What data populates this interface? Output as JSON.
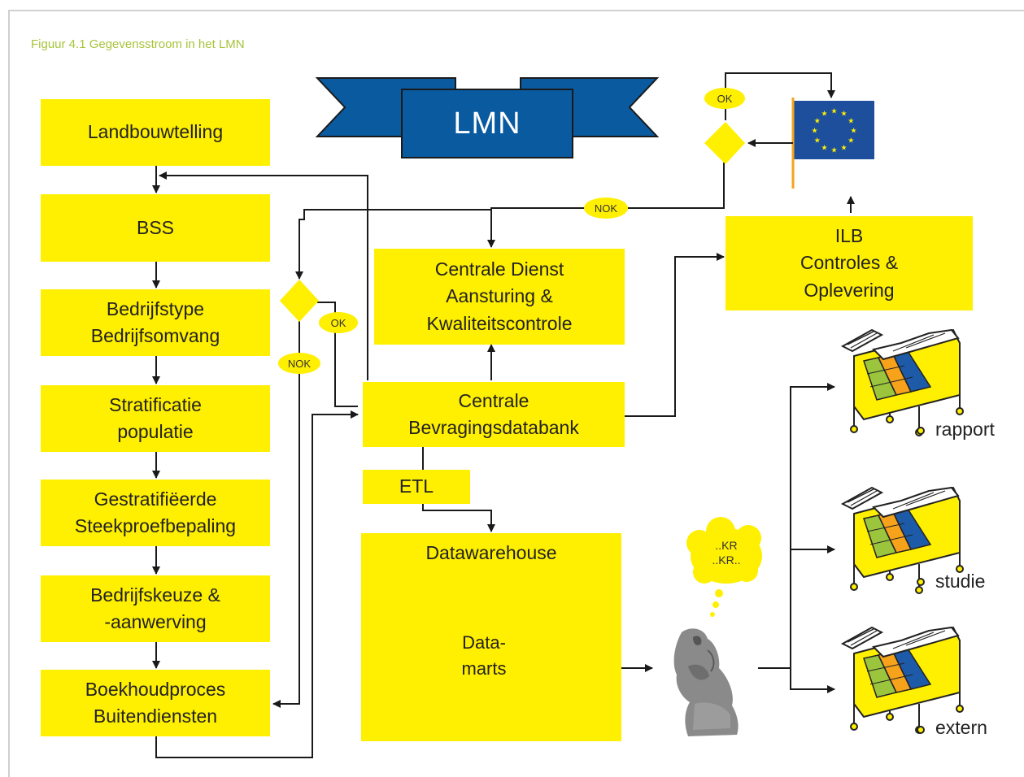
{
  "caption": "Figuur 4.1 Gegevensstroom in het LMN",
  "banner_label": "LMN",
  "left_chain": [
    "Landbouwtelling",
    "BSS",
    "Bedrijfstype\nBedrijfsomvang",
    "Stratificatie\npopulatie",
    "Gestratifiëerde\nSteekproefbepaling",
    "Bedrijfskeuze &\n-aanwerving",
    "Boekhoudproces\nBuitendiensten"
  ],
  "central_service": "Centrale Dienst\nAansturing &\nKwaliteitscontrole",
  "central_database": "Centrale\nBevragingsdatabank",
  "etl": "ETL",
  "datawarehouse": "Datawarehouse",
  "datamarts": "Data-\nmarts",
  "ilb": "ILB\nControles &\nOplevering",
  "decisions": {
    "left_ok": "OK",
    "left_nok": "NOK",
    "top_ok": "OK",
    "top_nok": "NOK"
  },
  "thought": "..KR\n..KR..",
  "outputs": [
    "rapport",
    "studie",
    "extern"
  ],
  "colors": {
    "box_yellow": "#ffef00",
    "banner_blue": "#0a5aa0",
    "eu_blue": "#1e4f9c",
    "caption_green": "#a6c43a",
    "datamart_orange": "#f7a21b",
    "datamart_green": "#9bc53d",
    "datamart_blue": "#1d5aa8"
  },
  "icons": [
    "eu-flag-icon",
    "thinker-statue-icon",
    "file-cart-icon"
  ]
}
